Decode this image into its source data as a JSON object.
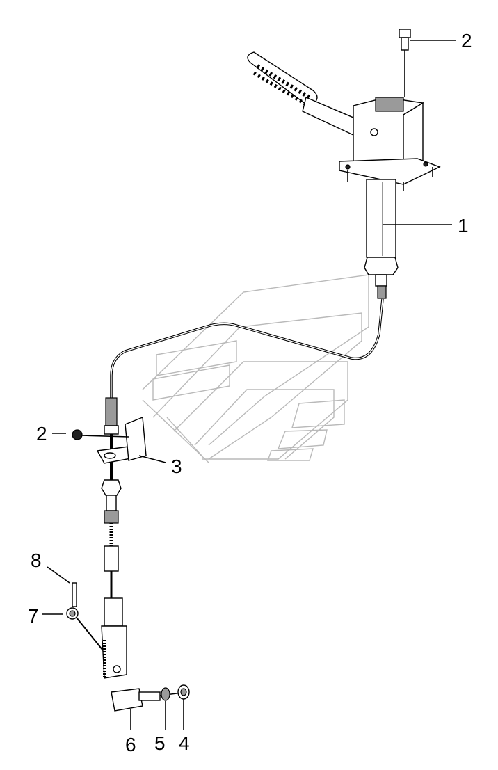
{
  "callouts": {
    "c1": "1",
    "c2_top": "2",
    "c2_left": "2",
    "c3": "3",
    "c4": "4",
    "c5": "5",
    "c6": "6",
    "c7": "7",
    "c8": "8"
  },
  "colors": {
    "line": "#000000",
    "watermark": "#b9b9b9",
    "background": "#ffffff"
  }
}
